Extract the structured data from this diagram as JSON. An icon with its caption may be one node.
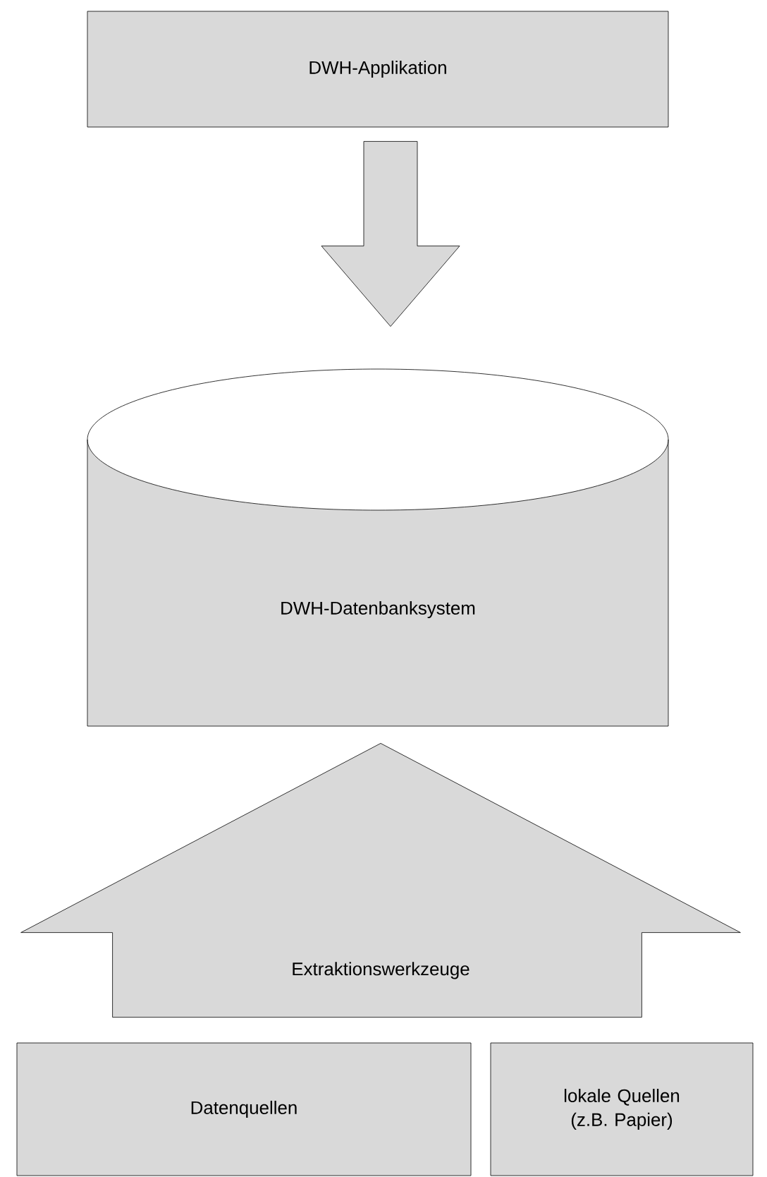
{
  "diagram": {
    "nodes": [
      {
        "text": [
          "DWH-Applikation"
        ]
      },
      {
        "text": [
          "DWH-Datenbanksystem"
        ]
      },
      {
        "text": [
          "Datenquellen"
        ]
      },
      {
        "text": [
          "lokale Quellen (z.B. Papier)"
        ]
      }
    ],
    "edges": [
      {
        "from": 0,
        "to": 1,
        "arrow": "to"
      },
      {
        "from": 2,
        "to": 1,
        "arrow": "to",
        "label": "Extraktionswerkzeuge"
      },
      {
        "from": 3,
        "to": 1,
        "arrow": "to"
      }
    ]
  }
}
